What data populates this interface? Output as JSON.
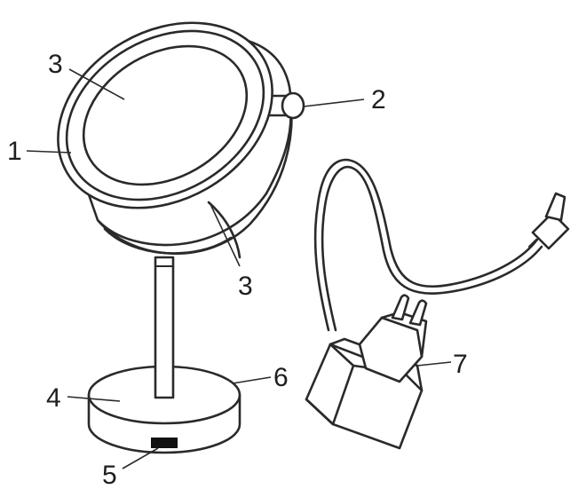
{
  "callouts": [
    {
      "id": "label-1",
      "text": "1"
    },
    {
      "id": "label-2",
      "text": "2"
    },
    {
      "id": "label-3-top",
      "text": "3"
    },
    {
      "id": "label-3-bottom",
      "text": "3"
    },
    {
      "id": "label-4",
      "text": "4"
    },
    {
      "id": "label-5",
      "text": "5"
    },
    {
      "id": "label-6",
      "text": "6"
    },
    {
      "id": "label-7",
      "text": "7"
    }
  ],
  "colors": {
    "line": "#2a2a2a",
    "text": "#1e1e1e",
    "switch": "#111111",
    "background": "#ffffff"
  }
}
